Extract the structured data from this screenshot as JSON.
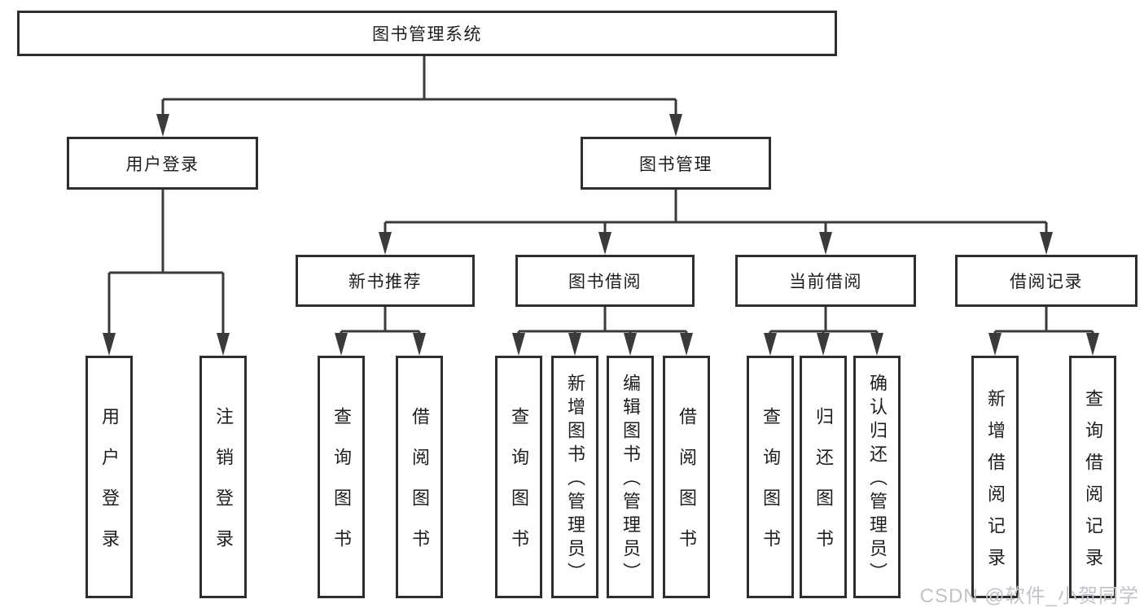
{
  "diagram_title": "图书管理系统",
  "tree": {
    "root": "图书管理系统",
    "level2": [
      {
        "label": "用户登录",
        "children": [
          "用户登录",
          "注销登录"
        ]
      },
      {
        "label": "图书管理",
        "children": [
          {
            "label": "新书推荐",
            "children": [
              "查询图书",
              "借阅图书"
            ]
          },
          {
            "label": "图书借阅",
            "children": [
              "查询图书",
              "新增图书（管理员）",
              "编辑图书（管理员）",
              "借阅图书"
            ]
          },
          {
            "label": "当前借阅",
            "children": [
              "查询图书",
              "归还图书",
              "确认归还（管理员）"
            ]
          },
          {
            "label": "借阅记录",
            "children": [
              "新增借阅记录",
              "查询借阅记录"
            ]
          }
        ]
      }
    ]
  },
  "watermark": {
    "text": "CSDN @软件_小贺同学"
  },
  "colors": {
    "background": "#ffffff",
    "box_border": "#2e2e2e",
    "line": "#3a3a3a",
    "text": "#1e1e1e",
    "watermark": "#c0c4c9"
  }
}
